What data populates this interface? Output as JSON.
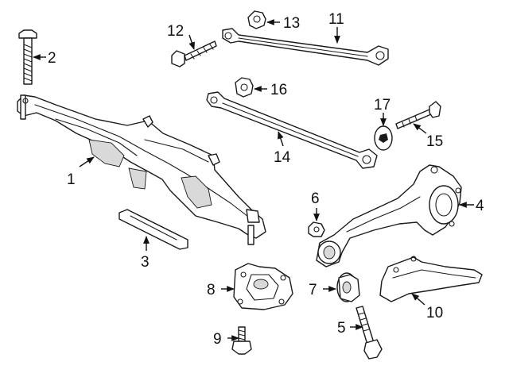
{
  "callouts": {
    "c1": "1",
    "c2": "2",
    "c3": "3",
    "c4": "4",
    "c5": "5",
    "c6": "6",
    "c7": "7",
    "c8": "8",
    "c9": "9",
    "c10": "10",
    "c11": "11",
    "c12": "12",
    "c13": "13",
    "c14": "14",
    "c15": "15",
    "c16": "16",
    "c17": "17"
  },
  "colors": {
    "line": "#1a1a1a",
    "background": "#ffffff",
    "shade": "#d9d9d9"
  }
}
